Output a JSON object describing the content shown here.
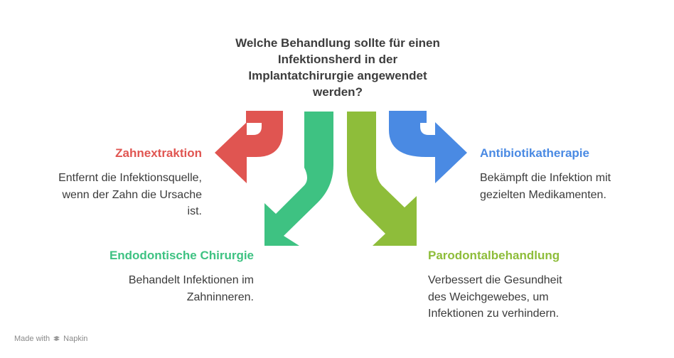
{
  "question": {
    "lines": [
      "Welche Behandlung sollte für einen",
      "Infektionsherd in der",
      "Implantatchirurgie angewendet",
      "werden?"
    ]
  },
  "options": {
    "zahnextraktion": {
      "title": "Zahnextraktion",
      "color": "#e05551",
      "desc_lines": [
        "Entfernt die Infektionsquelle,",
        "wenn der Zahn die Ursache",
        "ist."
      ]
    },
    "endodontie": {
      "title": "Endodontische Chirurgie",
      "color": "#3ec282",
      "desc_lines": [
        "Behandelt Infektionen im",
        "Zahninneren."
      ]
    },
    "parodontal": {
      "title": "Parodontalbehandlung",
      "color": "#8ebd3a",
      "desc_lines": [
        "Verbessert die Gesundheit",
        "des Weichgewebes, um",
        "Infektionen zu verhindern."
      ]
    },
    "antibiotika": {
      "title": "Antibiotikatherapie",
      "color": "#4a8ae3",
      "desc_lines": [
        "Bekämpft die Infektion mit",
        "gezielten Medikamenten."
      ]
    }
  },
  "footer": {
    "made_with": "Made with",
    "brand": "Napkin",
    "icon": "napkin-logo-icon"
  }
}
